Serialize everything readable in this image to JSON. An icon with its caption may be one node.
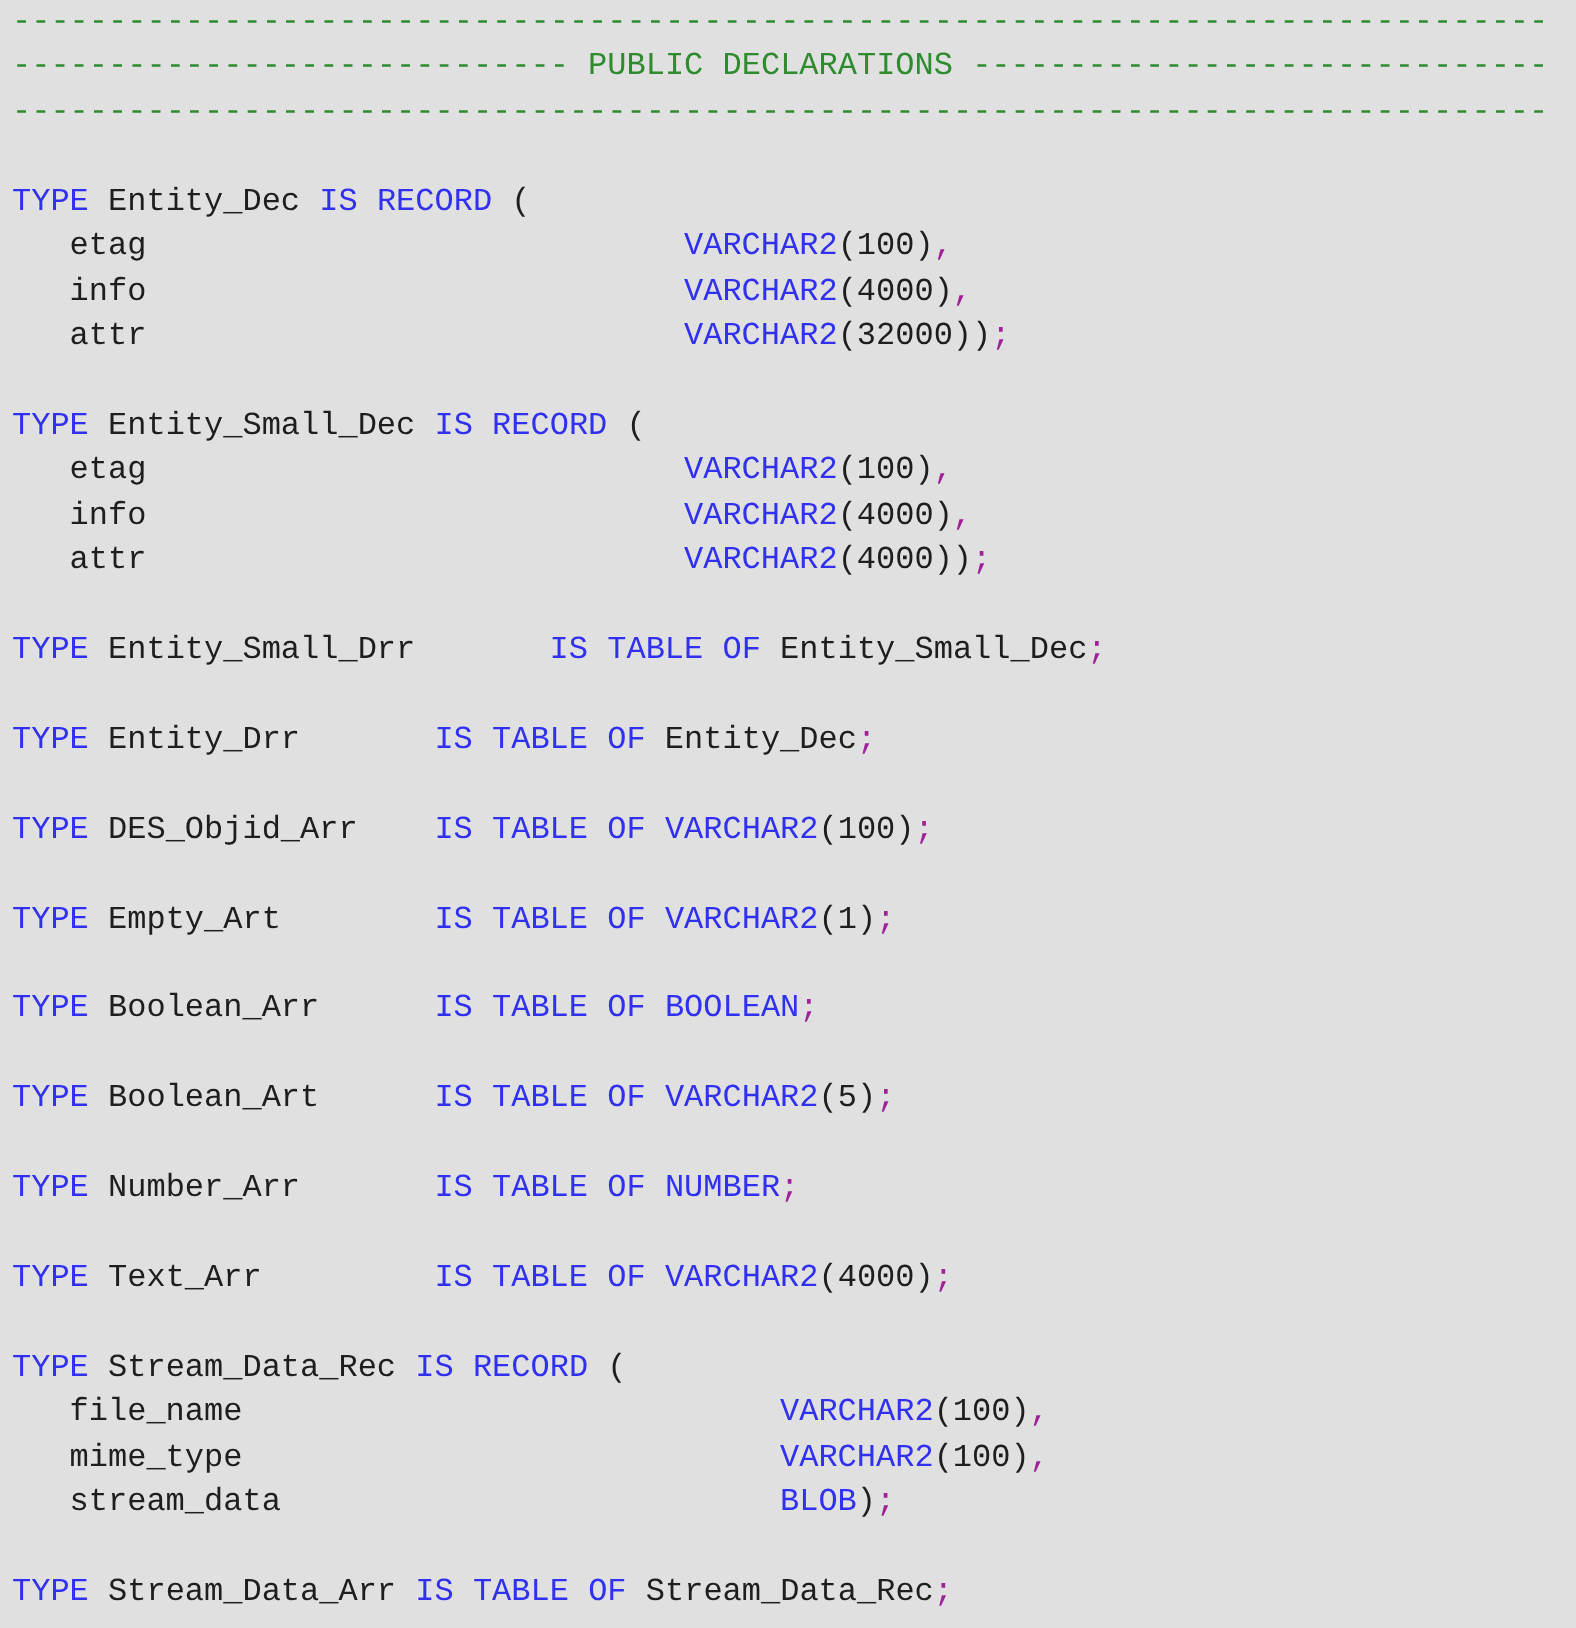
{
  "diagram": {
    "labels": [
      "--------------------------------------------------------------------------------",
      "----------------------------- PUBLIC DECLARATIONS ------------------------------",
      "--------------------------------------------------------------------------------",
      "TYPE Entity_Dec IS RECORD (",
      "etag",
      "VARCHAR2(100),",
      "info",
      "VARCHAR2(4000),",
      "attr",
      "VARCHAR2(32000));",
      "TYPE Entity_Small_Dec IS RECORD (",
      "etag",
      "VARCHAR2(100),",
      "info",
      "VARCHAR2(4000),",
      "attr",
      "VARCHAR2(4000));",
      "TYPE Entity_Small_Drr",
      "IS TABLE OF Entity_Small_Dec;",
      "TYPE Entity_Drr",
      "IS TABLE OF Entity_Dec;",
      "TYPE DES_Objid_Arr",
      "IS TABLE OF VARCHAR2(100);",
      "TYPE Empty_Art",
      "IS TABLE OF VARCHAR2(1);",
      "TYPE Boolean_Arr",
      "IS TABLE OF BOOLEAN;",
      "TYPE Boolean_Art",
      "IS TABLE OF VARCHAR2(5);",
      "TYPE Number_Arr",
      "IS TABLE OF NUMBER;",
      "TYPE Text_Arr",
      "IS TABLE OF VARCHAR2(4000);",
      "TYPE Stream_Data_Rec IS RECORD (",
      "file_name",
      "VARCHAR2(100),",
      "mime_type",
      "VARCHAR2(100),",
      "stream_data",
      "BLOB);",
      "TYPE Stream_Data_Arr IS TABLE OF Stream_Data_Rec;"
    ]
  }
}
